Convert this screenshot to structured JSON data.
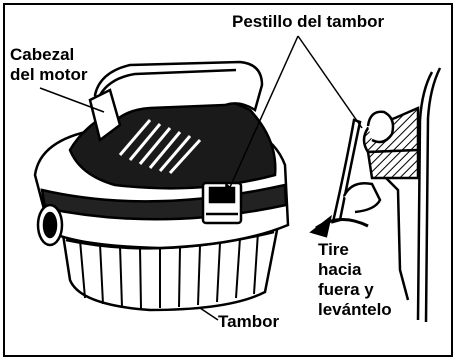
{
  "labels": {
    "motor_head": [
      "Cabezal",
      "del motor"
    ],
    "drum_latch": "Pestillo del tambor",
    "drum": "Tambor",
    "pull_instruction": [
      "Tire",
      "hacia",
      "fuera y",
      "levántelo"
    ]
  }
}
